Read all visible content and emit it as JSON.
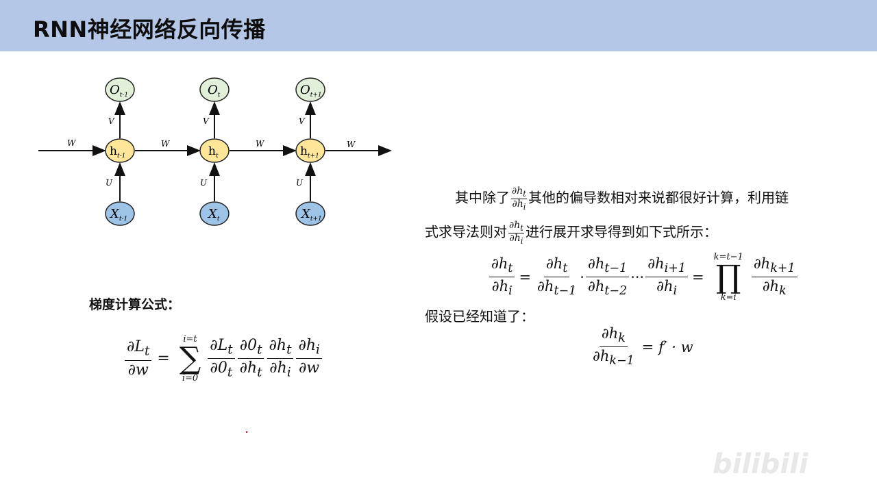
{
  "header": {
    "title": "RNN神经网络反向传播"
  },
  "diagram": {
    "outputs": [
      "O",
      "O",
      "O"
    ],
    "output_subs": [
      "t-1",
      "t",
      "t+1"
    ],
    "hidden": [
      "h",
      "h",
      "h"
    ],
    "hidden_subs": [
      "t-1",
      "t",
      "t+1"
    ],
    "inputs": [
      "X",
      "X",
      "X"
    ],
    "input_subs": [
      "t-1",
      "t",
      "t+1"
    ],
    "w_label": "W",
    "v_label": "V",
    "u_label": "U",
    "colors": {
      "output": "#e2efd9",
      "hidden": "#ffe699",
      "input": "#9dc3e6"
    }
  },
  "gradient": {
    "label": "梯度计算公式：",
    "lhs_num": "∂L",
    "lhs_num_sub": "t",
    "lhs_den": "∂w",
    "equals": "=",
    "sum_top": "i=t",
    "sum_symbol": "∑",
    "sum_bottom": "i=0",
    "terms": [
      {
        "num": "∂L",
        "num_sub": "t",
        "den": "∂0",
        "den_sub": "t"
      },
      {
        "num": "∂0",
        "num_sub": "t",
        "den": "∂h",
        "den_sub": "t"
      },
      {
        "num": "∂h",
        "num_sub": "t",
        "den": "∂h",
        "den_sub": "i"
      },
      {
        "num": "∂h",
        "num_sub": "i",
        "den": "∂w",
        "den_sub": ""
      }
    ]
  },
  "explanation": {
    "line1_pre": "其中除了",
    "line1_post": "其他的偏导数相对来说都很好计算，利用链",
    "line2_pre": "式求导法则对",
    "line2_post": "进行展开求导得到如下式所示：",
    "inline_frac": {
      "num": "∂h",
      "num_sub": "t",
      "den": "∂h",
      "den_sub": "i"
    },
    "chain": {
      "terms": [
        {
          "num": "∂h",
          "num_sub": "t",
          "den": "∂h",
          "den_sub": "i"
        },
        {
          "num": "∂h",
          "num_sub": "t",
          "den": "∂h",
          "den_sub": "t−1"
        },
        {
          "num": "∂h",
          "num_sub": "t−1",
          "den": "∂h",
          "den_sub": "t−2"
        },
        {
          "num": "∂h",
          "num_sub": "i+1",
          "den": "∂h",
          "den_sub": "i"
        },
        {
          "num": "∂h",
          "num_sub": "k+1",
          "den": "∂h",
          "den_sub": "k"
        }
      ],
      "equals": "=",
      "cdot": "·",
      "cdots": "···",
      "prod_top": "k=t−1",
      "prod_symbol": "∏",
      "prod_bottom": "k=i"
    },
    "assume": "假设已经知道了：",
    "assumption": {
      "num": "∂h",
      "num_sub": "k",
      "den": "∂h",
      "den_sub": "k−1",
      "rhs": "= f′ · w"
    }
  },
  "watermark": "bilibili"
}
